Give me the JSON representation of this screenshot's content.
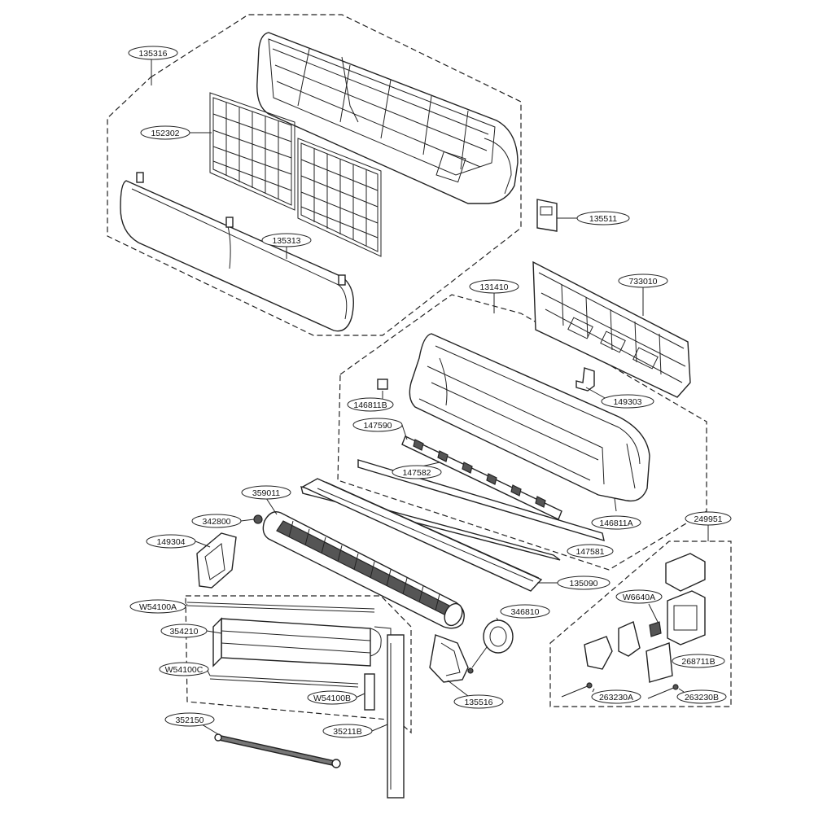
{
  "labels": {
    "p135316": "135316",
    "p152302": "152302",
    "p135313": "135313",
    "p135511": "135511",
    "p131410": "131410",
    "p733010": "733010",
    "p146811B": "146811B",
    "p149303": "149303",
    "p147590": "147590",
    "p147582": "147582",
    "p359011": "359011",
    "p342800": "342800",
    "p149304": "149304",
    "p146811A": "146811A",
    "p147581": "147581",
    "p249951": "249951",
    "p135090": "135090",
    "pW54100A": "W54100A",
    "pW6640A": "W6640A",
    "p346810": "346810",
    "p354210": "354210",
    "p268711B": "268711B",
    "pW54100C": "W54100C",
    "pW54100B": "W54100B",
    "p263230A": "263230A",
    "p263230B": "263230B",
    "p135516": "135516",
    "p352150": "352150",
    "p35211B": "35211B"
  }
}
